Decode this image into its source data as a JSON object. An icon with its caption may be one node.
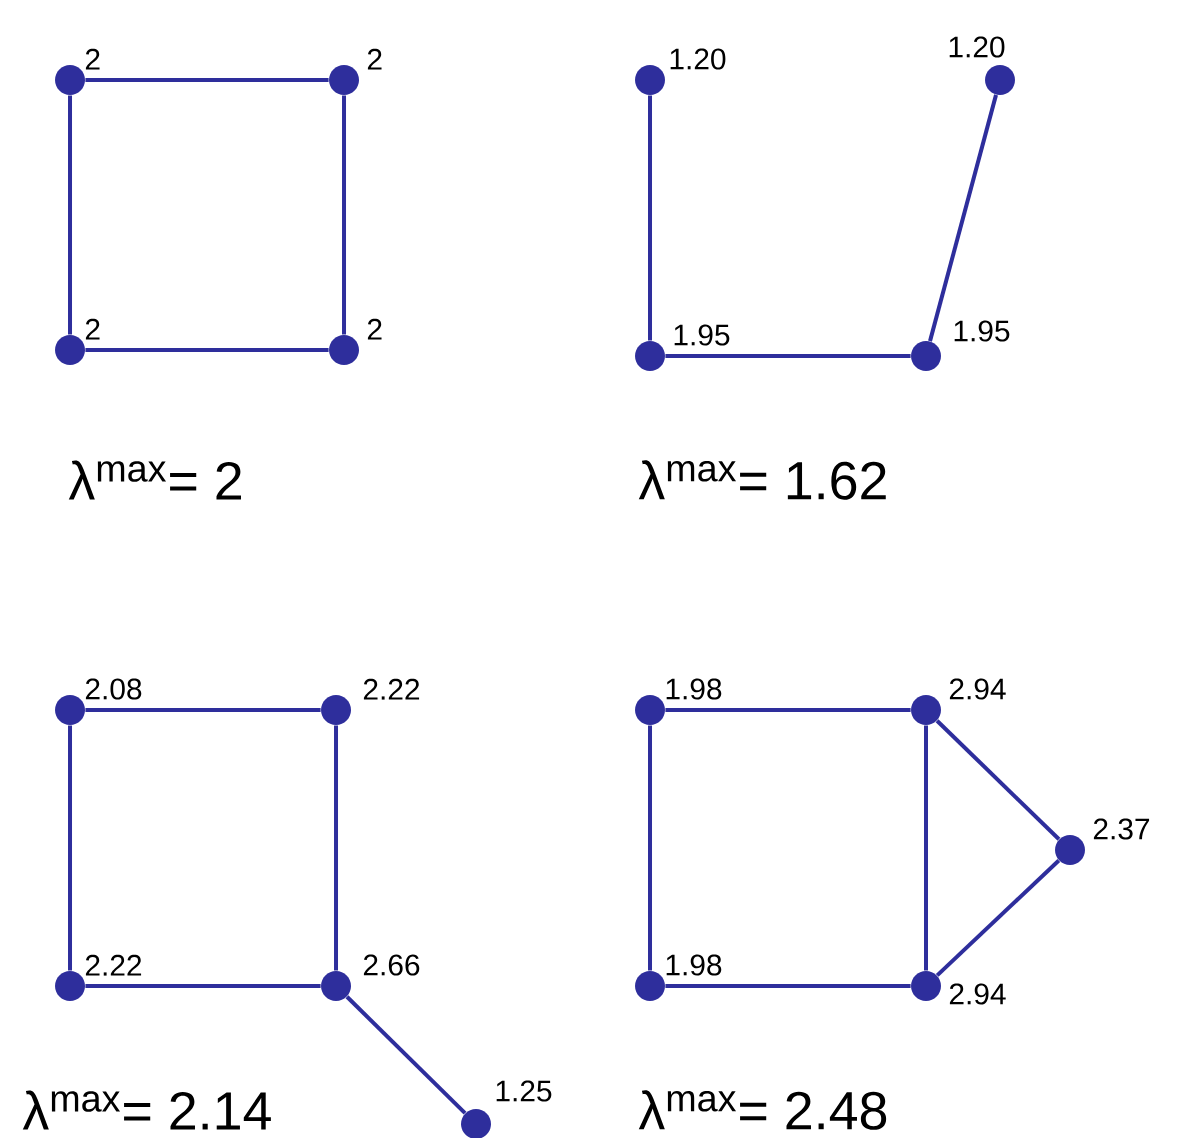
{
  "diagram": {
    "nodes": [
      {
        "text": [],
        "shape": "circle",
        "beside": [
          "2"
        ]
      },
      {
        "text": [],
        "shape": "circle",
        "beside": [
          "2"
        ]
      },
      {
        "text": [],
        "shape": "circle",
        "beside": [
          "2"
        ]
      },
      {
        "text": [],
        "shape": "circle",
        "beside": [
          "2"
        ]
      },
      {
        "text": [],
        "shape": "circle",
        "beside": [
          "1.20"
        ]
      },
      {
        "text": [],
        "shape": "circle",
        "beside": [
          "1.20"
        ]
      },
      {
        "text": [],
        "shape": "circle",
        "beside": [
          "1.95"
        ]
      },
      {
        "text": [],
        "shape": "circle",
        "beside": [
          "1.95"
        ]
      },
      {
        "text": [],
        "shape": "circle",
        "beside": [
          "2.08"
        ]
      },
      {
        "text": [],
        "shape": "circle",
        "beside": [
          "2.22"
        ]
      },
      {
        "text": [],
        "shape": "circle",
        "beside": [
          "2.22"
        ]
      },
      {
        "text": [],
        "shape": "circle",
        "beside": [
          "2.66"
        ]
      },
      {
        "text": [],
        "shape": "circle",
        "beside": [
          "1.25"
        ]
      },
      {
        "text": [],
        "shape": "circle",
        "beside": [
          "1.98"
        ]
      },
      {
        "text": [],
        "shape": "circle",
        "beside": [
          "2.94"
        ]
      },
      {
        "text": [],
        "shape": "circle",
        "beside": [
          "2.37"
        ]
      },
      {
        "text": [],
        "shape": "circle",
        "beside": [
          "1.98"
        ]
      },
      {
        "text": [],
        "shape": "circle",
        "beside": [
          "2.94"
        ]
      }
    ],
    "edges": [
      {
        "from": 0,
        "to": 1,
        "arrow": "none"
      },
      {
        "from": 1,
        "to": 3,
        "arrow": "none"
      },
      {
        "from": 3,
        "to": 2,
        "arrow": "none"
      },
      {
        "from": 2,
        "to": 0,
        "arrow": "none"
      },
      {
        "from": 4,
        "to": 6,
        "arrow": "none"
      },
      {
        "from": 6,
        "to": 7,
        "arrow": "none"
      },
      {
        "from": 7,
        "to": 5,
        "arrow": "none"
      },
      {
        "from": 8,
        "to": 9,
        "arrow": "none"
      },
      {
        "from": 9,
        "to": 11,
        "arrow": "none"
      },
      {
        "from": 11,
        "to": 10,
        "arrow": "none"
      },
      {
        "from": 10,
        "to": 8,
        "arrow": "none"
      },
      {
        "from": 11,
        "to": 12,
        "arrow": "none"
      },
      {
        "from": 13,
        "to": 14,
        "arrow": "none"
      },
      {
        "from": 14,
        "to": 17,
        "arrow": "none"
      },
      {
        "from": 17,
        "to": 16,
        "arrow": "none"
      },
      {
        "from": 16,
        "to": 13,
        "arrow": "none"
      },
      {
        "from": 14,
        "to": 15,
        "arrow": "none"
      },
      {
        "from": 15,
        "to": 17,
        "arrow": "none"
      }
    ],
    "labels": [
      "λ$^{max}$= 2",
      "λ$^{max}$= 1.62",
      "λ$^{max}$= 2.14",
      "λ$^{max}$= 2.48"
    ]
  }
}
